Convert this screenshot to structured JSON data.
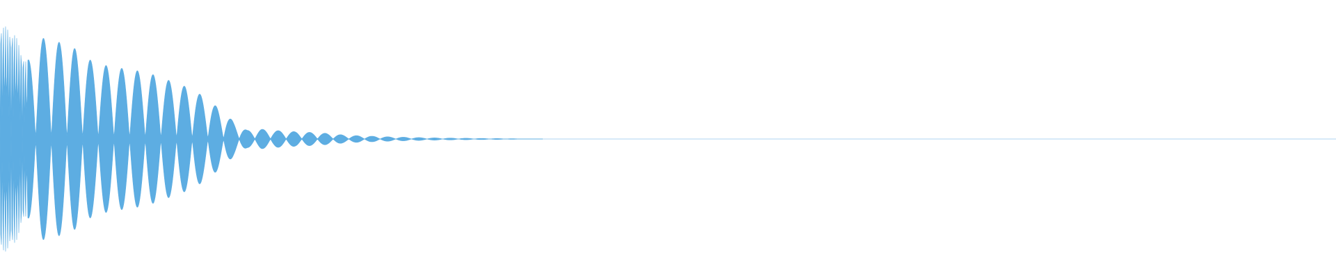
{
  "waveform": {
    "color": "#5dade2",
    "background": "#ffffff",
    "description_shape": "decaying-oscillation",
    "peak_amplitude": 1.0,
    "decay_profile": [
      {
        "t": 0.0,
        "a": 0.93
      },
      {
        "t": 0.01,
        "a": 0.88
      },
      {
        "t": 0.02,
        "a": 0.62
      },
      {
        "t": 0.03,
        "a": 0.82
      },
      {
        "t": 0.04,
        "a": 0.8
      },
      {
        "t": 0.055,
        "a": 0.74
      },
      {
        "t": 0.07,
        "a": 0.62
      },
      {
        "t": 0.085,
        "a": 0.58
      },
      {
        "t": 0.1,
        "a": 0.56
      },
      {
        "t": 0.115,
        "a": 0.52
      },
      {
        "t": 0.13,
        "a": 0.46
      },
      {
        "t": 0.145,
        "a": 0.4
      },
      {
        "t": 0.155,
        "a": 0.32
      },
      {
        "t": 0.165,
        "a": 0.24
      },
      {
        "t": 0.175,
        "a": 0.14
      },
      {
        "t": 0.185,
        "a": 0.07
      },
      {
        "t": 0.195,
        "a": 0.08
      },
      {
        "t": 0.205,
        "a": 0.07
      },
      {
        "t": 0.22,
        "a": 0.06
      },
      {
        "t": 0.24,
        "a": 0.05
      },
      {
        "t": 0.26,
        "a": 0.03
      },
      {
        "t": 0.29,
        "a": 0.018
      },
      {
        "t": 0.32,
        "a": 0.01
      },
      {
        "t": 0.35,
        "a": 0.006
      },
      {
        "t": 0.38,
        "a": 0.003
      },
      {
        "t": 0.4,
        "a": 0.0
      },
      {
        "t": 1.0,
        "a": 0.0
      }
    ]
  }
}
